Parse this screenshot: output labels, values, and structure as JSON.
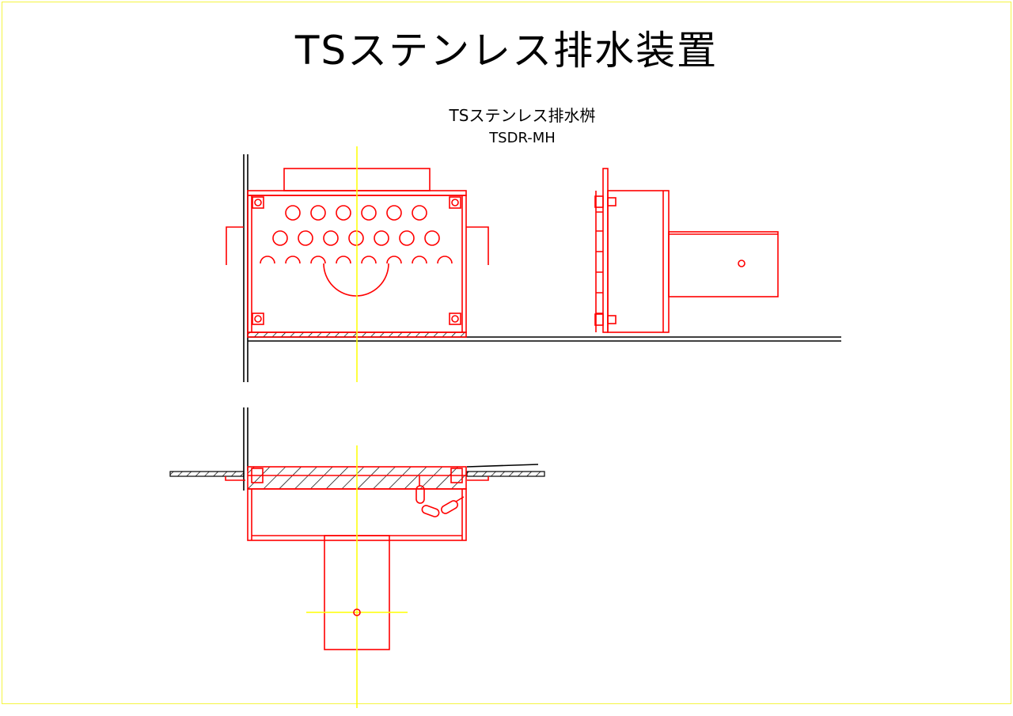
{
  "title": "TSステンレス排水装置",
  "drawing": {
    "name": "TSステンレス排水桝",
    "model": "TSDR-MH"
  },
  "colors": {
    "part": "#ff0000",
    "structure": "#000000",
    "centerline": "#ffff00",
    "border": "#f5f542"
  }
}
